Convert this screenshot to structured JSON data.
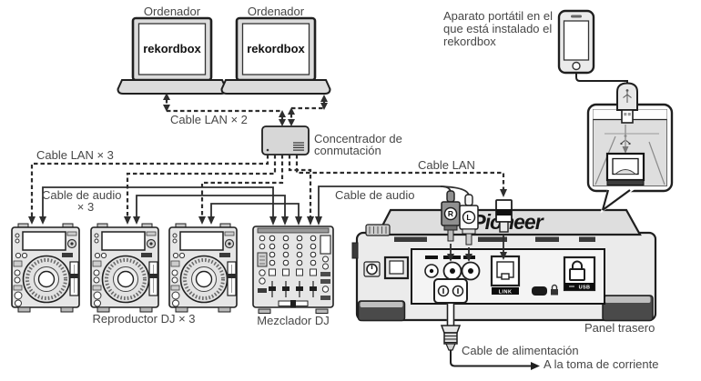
{
  "diagram": {
    "computers": {
      "label1": "Ordenador",
      "label2": "Ordenador",
      "screen1": "rekordbox",
      "screen2": "rekordbox"
    },
    "hub": {
      "label_line1": "Concentrador de",
      "label_line2": "conmutación"
    },
    "portable": {
      "line1": "Aparato portátil en el",
      "line2": "que está instalado el",
      "line3": "rekordbox"
    },
    "cables": {
      "lan_x2": "Cable LAN × 2",
      "lan_x3": "Cable LAN × 3",
      "audio_x3_line1": "Cable de audio",
      "audio_x3_line2": "× 3",
      "lan_single": "Cable LAN",
      "audio_single": "Cable de audio",
      "power": "Cable de alimentación",
      "outlet": "A la toma de corriente"
    },
    "devices": {
      "players_label": "Reproductor DJ × 3",
      "mixer_label": "Mezclador DJ",
      "rear_panel_label": "Panel trasero"
    },
    "rear_unit": {
      "brand": "Pioneer",
      "rca_r": "R",
      "rca_l": "L",
      "link_port": "LINK",
      "usb_port": "USB"
    },
    "colors": {
      "outline": "#1f1f1f",
      "cable": "#2e2e2e",
      "label_text": "#474747",
      "device_fill": "#e8e8e8"
    }
  }
}
